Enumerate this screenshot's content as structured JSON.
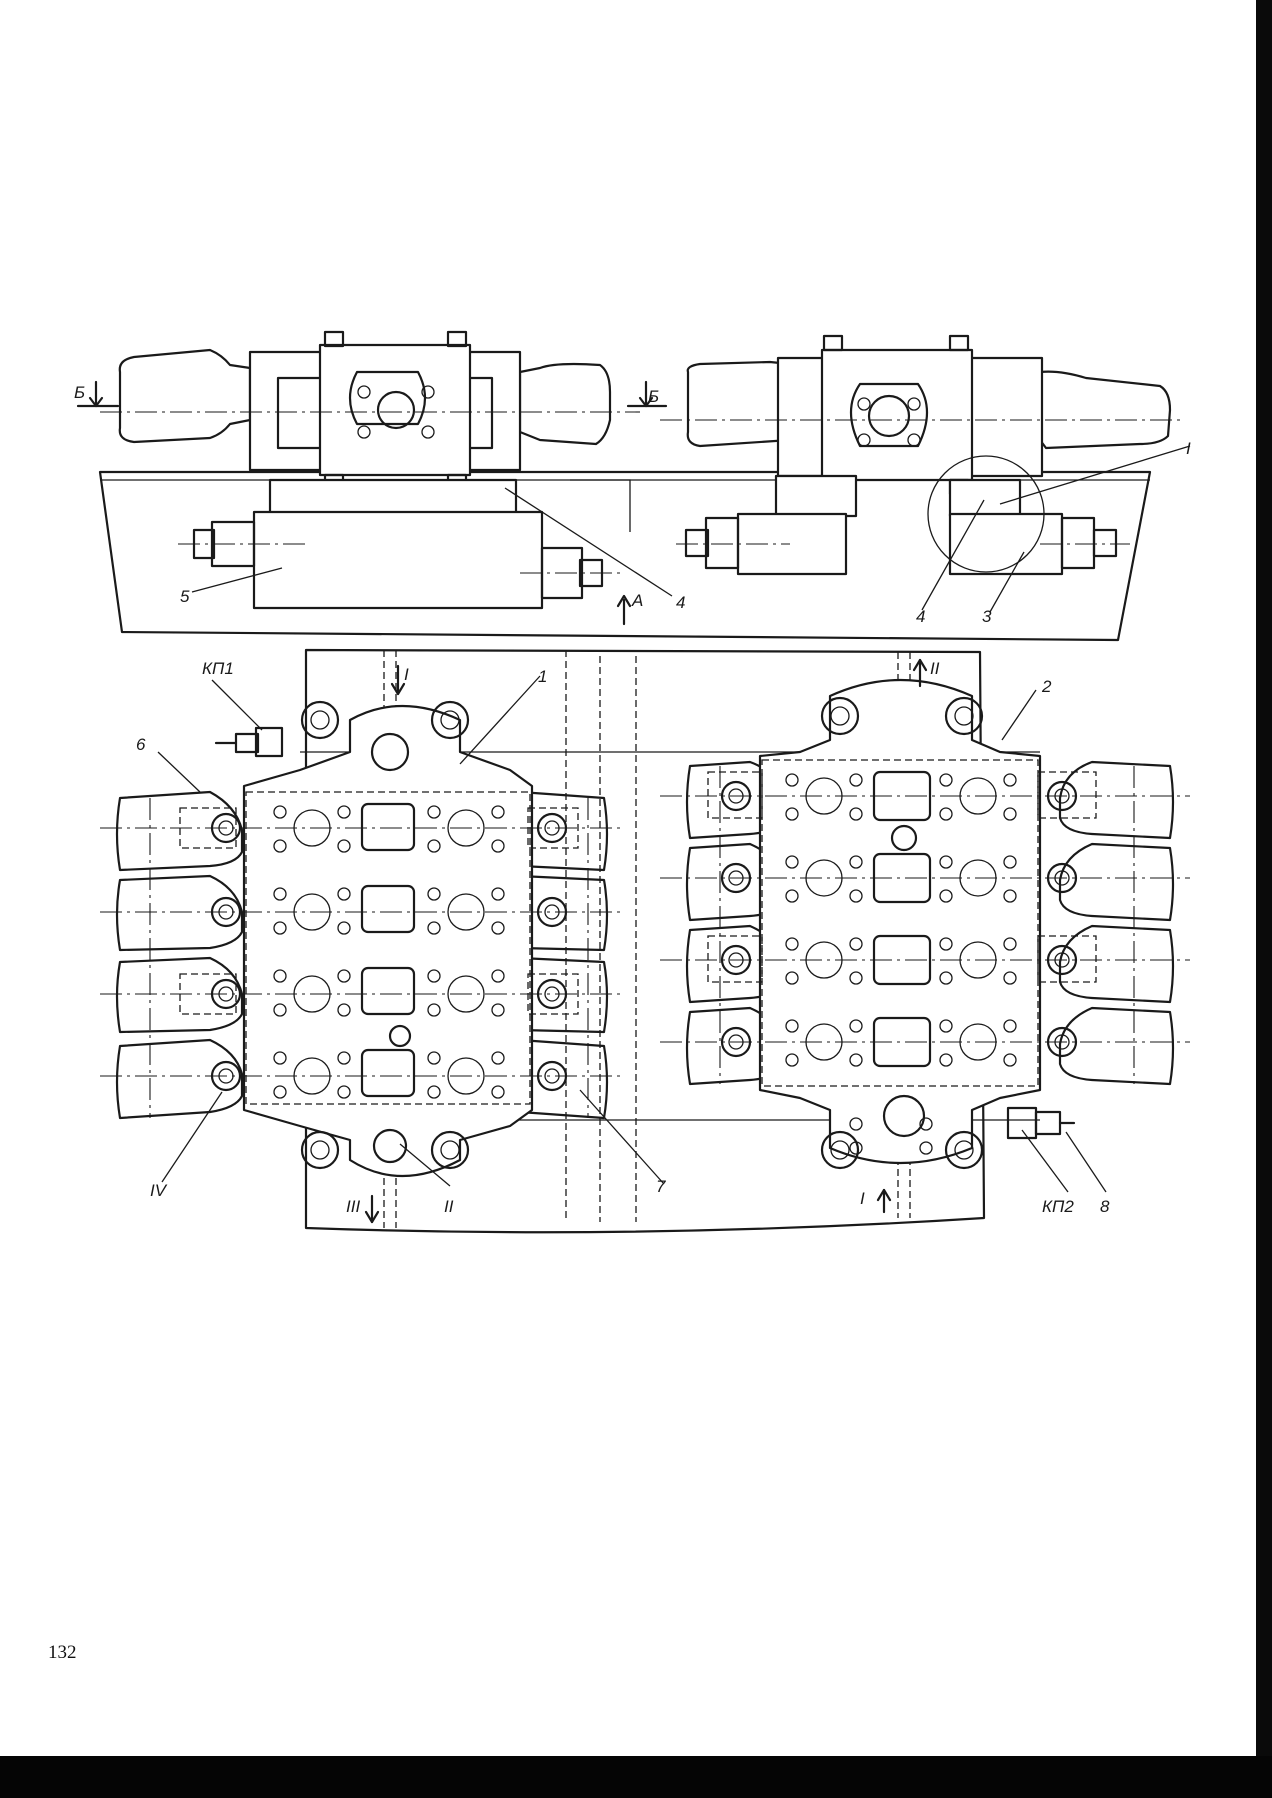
{
  "page_number": "132",
  "labels": {
    "section_b_left": "Б",
    "section_b_right": "Б",
    "view_a": "А",
    "node_i_top": "I",
    "part_5": "5",
    "part_4_left": "4",
    "part_4_right": "4",
    "part_3": "3",
    "kp1": "КП1",
    "kp2": "КП2",
    "port_i_left": "I",
    "port_ii_right": "II",
    "part_1": "1",
    "part_2": "2",
    "part_6": "6",
    "part_7": "7",
    "part_8": "8",
    "port_iv": "IV",
    "port_iii": "III",
    "port_ii_left": "II",
    "port_i_right": "I"
  }
}
